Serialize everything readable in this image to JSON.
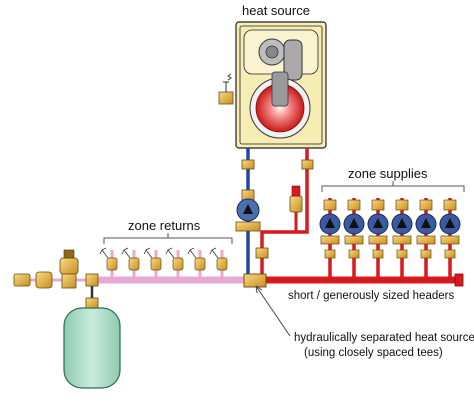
{
  "labels": {
    "heat_source": "heat source",
    "zone_returns": "zone returns",
    "zone_supplies": "zone supplies",
    "headers_note": "short / generously sized headers",
    "separation_line1": "hydraulically separated heat source",
    "separation_line2": "(using closely spaced tees)"
  },
  "colors": {
    "supply": "#d71920",
    "return": "#e7a8d3",
    "boiler_blue": "#2346a6",
    "brass": "#e9b84b",
    "tank": "#a9d9c3",
    "boiler_body": "#f6edb5"
  },
  "counts": {
    "supply_zones": 6,
    "return_zones": 6
  }
}
